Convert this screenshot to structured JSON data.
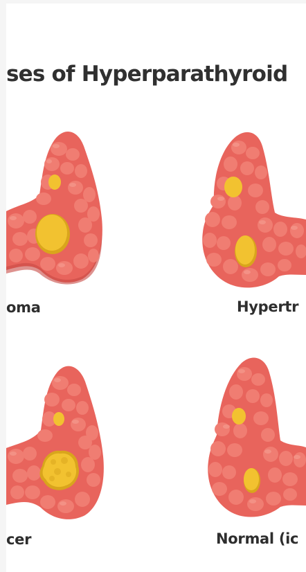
{
  "title": "ses of Hyperparathyroid",
  "panels": {
    "top_left": {
      "label": "oma"
    },
    "top_right": {
      "label": "Hypertr"
    },
    "bottom_left": {
      "label": "cer"
    },
    "bottom_right": {
      "label": "Normal (ic"
    }
  },
  "colors": {
    "gland_fill": "#e8645c",
    "gland_cell": "#f07d72",
    "gland_highlight": "#f59a8e",
    "gland_shadow": "#c84a45",
    "nodule": "#f2c230",
    "nodule_dark": "#d9a51c",
    "text": "#2e2e2e"
  }
}
